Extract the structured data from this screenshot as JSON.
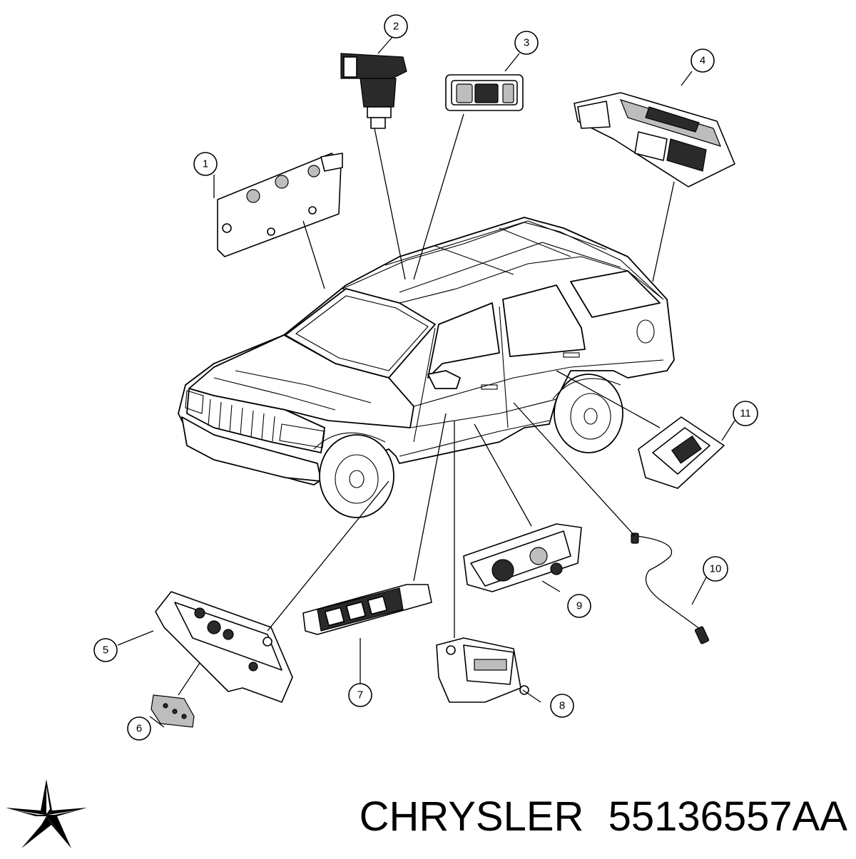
{
  "callouts": [
    "1",
    "2",
    "3",
    "4",
    "5",
    "6",
    "7",
    "8",
    "9",
    "10",
    "11"
  ],
  "brand": {
    "name": "CHRYSLER",
    "part_number": "55136557AA",
    "logo_icon": "chrysler-pentastar-icon"
  },
  "colors": {
    "line": "#000000",
    "background": "#ffffff",
    "logo_fill": "#000000"
  }
}
